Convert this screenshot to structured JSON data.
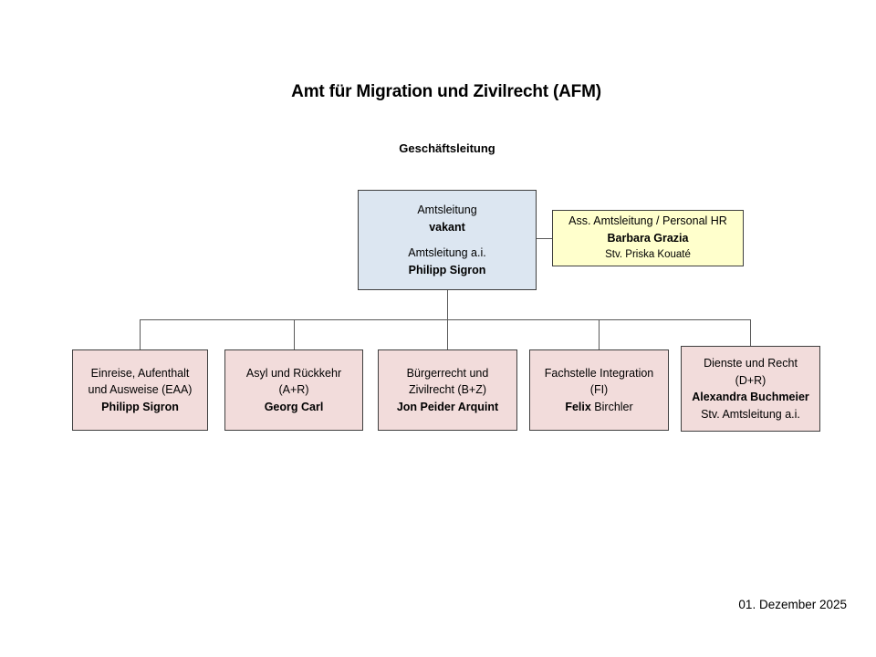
{
  "title": "Amt für Migration und Zivilrecht (AFM)",
  "subtitle": "Geschäftsleitung",
  "root_box": {
    "role": "Amtsleitung",
    "holder": "vakant",
    "role2": "Amtsleitung a.i.",
    "holder2": "Philipp Sigron"
  },
  "assistant_box": {
    "role": "Ass. Amtsleitung / Personal HR",
    "name": "Barbara Grazia",
    "deputy": "Stv. Priska Kouaté"
  },
  "departments": [
    {
      "line1": "Einreise, Aufenthalt",
      "line2": "und Ausweise (EAA)",
      "name": "Philipp Sigron"
    },
    {
      "line1": "Asyl und Rückkehr",
      "line2": "(A+R)",
      "name": "Georg Carl"
    },
    {
      "line1": "Bürgerrecht und",
      "line2": "Zivilrecht (B+Z)",
      "name": "Jon Peider Arquint"
    },
    {
      "line1": "Fachstelle Integration",
      "line2": "(FI)",
      "name_bold": "Felix",
      "name_rest": "Birchler"
    },
    {
      "line1": "Dienste und Recht",
      "line2": "(D+R)",
      "name": "Alexandra Buchmeier",
      "extra": "Stv. Amtsleitung a.i."
    }
  ],
  "date": "01. Dezember 2025",
  "colors": {
    "root_box_fill": "#dce6f1",
    "assistant_box_fill": "#ffffcc",
    "department_box_fill": "#f2dcdb",
    "box_border": "#3f3f3f",
    "connector_line": "#595959",
    "background": "#ffffff",
    "text": "#000000"
  }
}
